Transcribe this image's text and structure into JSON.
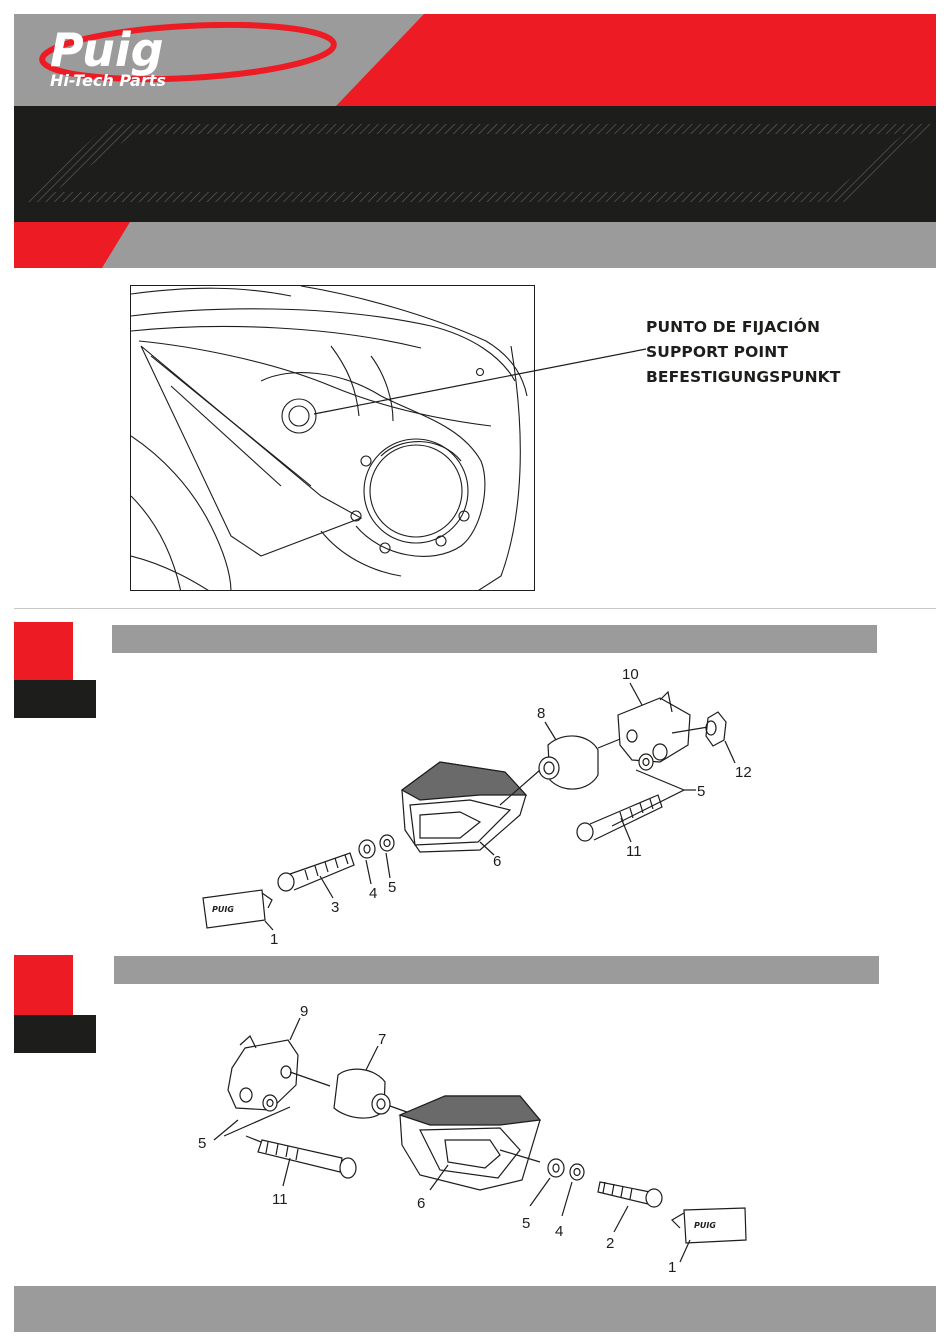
{
  "brand": {
    "name": "Puig",
    "tagline": "Hi-Tech Parts",
    "colors": {
      "red": "#ed1c24",
      "black": "#1d1d1b",
      "grey": "#9b9b9b"
    }
  },
  "fixation": {
    "label_es": "PUNTO DE FIJACIÓN",
    "label_en": "SUPPORT POINT",
    "label_de": "BEFESTIGUNGSPUNKT"
  },
  "right_side_parts": {
    "p10": "10",
    "p8": "8",
    "p12": "12",
    "p5a": "5",
    "p11": "11",
    "p6": "6",
    "p3": "3",
    "p4": "4",
    "p5b": "5",
    "p1": "1"
  },
  "left_side_parts": {
    "p9": "9",
    "p7": "7",
    "p5a": "5",
    "p11": "11",
    "p6": "6",
    "p5b": "5",
    "p4": "4",
    "p2": "2",
    "p1": "1"
  }
}
